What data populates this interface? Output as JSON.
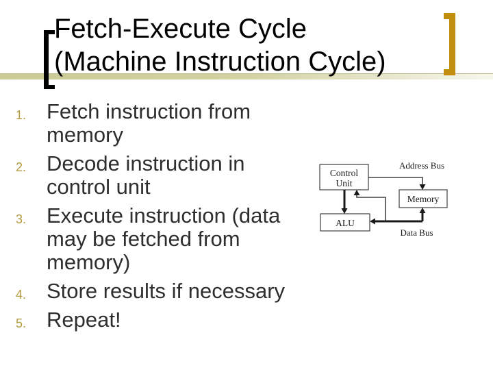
{
  "slide": {
    "title": {
      "line1": "Fetch-Execute Cycle",
      "line2": "(Machine Instruction Cycle)"
    },
    "steps": [
      {
        "number": "1.",
        "text": "Fetch instruction from memory"
      },
      {
        "number": "2.",
        "text": "Decode instruction in control unit"
      },
      {
        "number": "3.",
        "text": "Execute instruction (data may be fetched from memory)"
      },
      {
        "number": "4.",
        "text": "Store results if necessary"
      },
      {
        "number": "5.",
        "text": "Repeat!"
      }
    ],
    "diagram": {
      "control_unit": {
        "line1": "Control",
        "line2": "Unit"
      },
      "alu": "ALU",
      "memory": "Memory",
      "address_bus_label": "Address Bus",
      "data_bus_label": "Data Bus"
    },
    "colors": {
      "background": "#FFFFFF",
      "title_text": "#000000",
      "body_text": "#2E2E2E",
      "accent_bracket_gold": "#C28E0E",
      "list_number_gold": "#B49B3E",
      "band_khaki": "#CFCF9E",
      "diagram_ink": "#1A1A1A"
    }
  }
}
